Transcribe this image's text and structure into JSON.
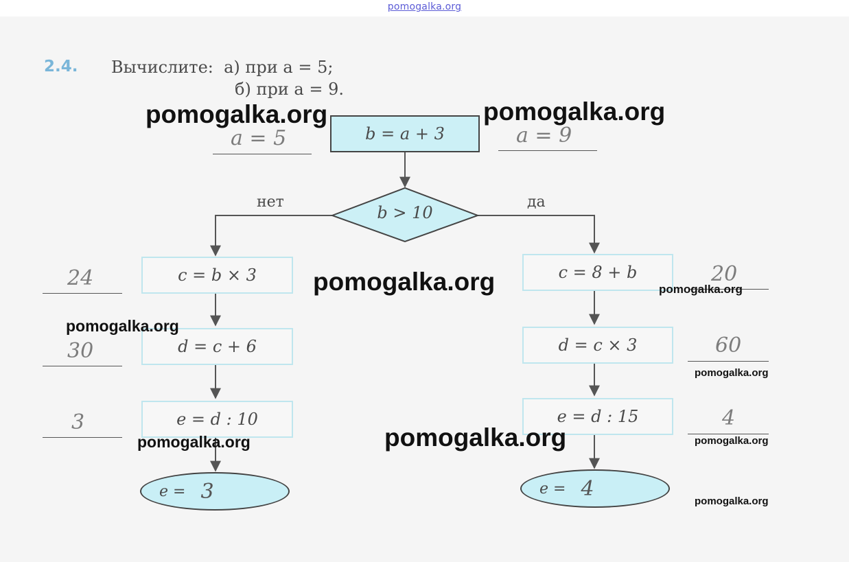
{
  "site_label": "pomogalka.org",
  "task": {
    "number": "2.4.",
    "line1": "Вычислите:  а) при a = 5;",
    "line2": "б) при a = 9."
  },
  "flowchart": {
    "start": "b = a + 3",
    "condition": "b > 10",
    "branch_no": "нет",
    "branch_yes": "да",
    "left_steps": [
      "c = b × 3",
      "d = c + 6",
      "e = d : 10"
    ],
    "right_steps": [
      "c = 8 + b",
      "d = c × 3",
      "e = d : 15"
    ],
    "left_result_label": "e =",
    "left_result_value": "3",
    "right_result_label": "e =",
    "right_result_value": "4"
  },
  "handwritten": {
    "a_left": "a = 5",
    "a_right": "a = 9",
    "left_values": [
      "24",
      "30",
      "3"
    ],
    "right_values": [
      "20",
      "60",
      "4"
    ]
  },
  "watermark": "pomogalka.org",
  "colors": {
    "box_fill": "#ccf0f6",
    "pale_border": "#bfe6ee",
    "task_number": "#7ab6d9",
    "top_link": "#5b5bd6"
  }
}
